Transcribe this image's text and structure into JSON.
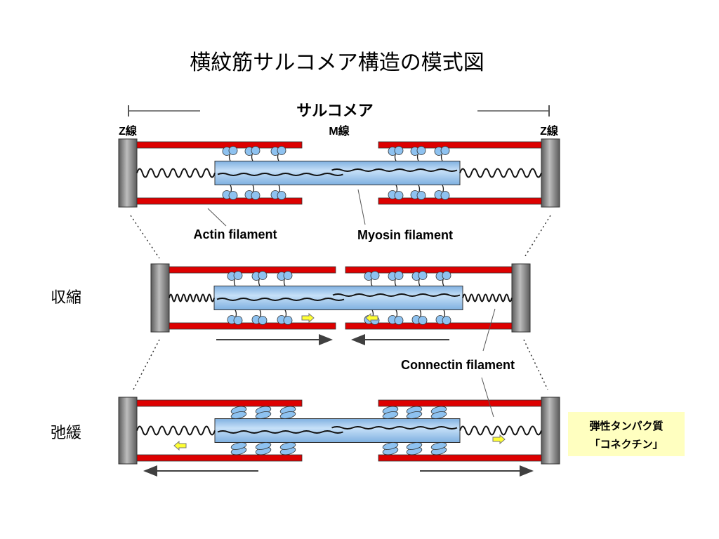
{
  "title": "横紋筋サルコメア構造の模式図",
  "labels": {
    "sarcomere": "サルコメア",
    "z_line_left": "Z線",
    "z_line_right": "Z線",
    "m_line": "M線",
    "actin": "Actin filament",
    "myosin": "Myosin filament",
    "connectin": "Connectin filament",
    "contraction": "収縮",
    "relaxation": "弛緩",
    "note_line1": "弾性タンパク質",
    "note_line2": "「コネクチン」"
  },
  "colors": {
    "actin": "#dd0000",
    "myosin_fill": "#9ec6ec",
    "myosin_head": "#8ec2f0",
    "z_disc": "#808080",
    "arrow_yellow": "#ffff33",
    "note_bg": "#ffffc0"
  }
}
